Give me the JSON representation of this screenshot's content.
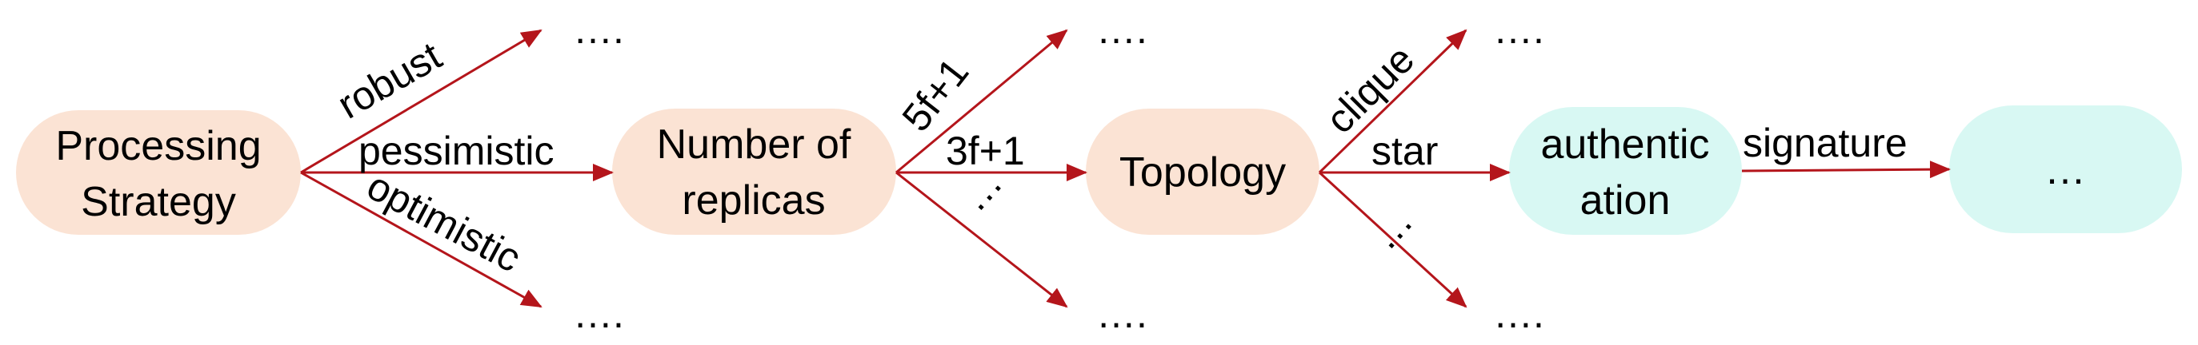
{
  "nodes": {
    "processing_strategy": {
      "line1": "Processing",
      "line2": "Strategy"
    },
    "number_of_replicas": {
      "line1": "Number of",
      "line2": "replicas"
    },
    "topology": {
      "label": "Topology"
    },
    "authentication": {
      "line1": "authentic",
      "line2": "ation"
    },
    "next": {
      "label": "…"
    }
  },
  "edges": {
    "robust": "robust",
    "pessimistic": "pessimistic",
    "optimistic": "optimistic",
    "five_f_plus_one": "5f+1",
    "three_f_plus_one": "3f+1",
    "replicas_more": "…",
    "clique": "clique",
    "star": "star",
    "topology_more": "…",
    "signature": "signature"
  },
  "ellipses": {
    "robust_target": "….",
    "optimistic_target": "….",
    "five_f_target": "….",
    "replicas_more_target": "….",
    "clique_target": "….",
    "topology_more_target": "…."
  },
  "colors": {
    "peach_node": "#fbe3d4",
    "cyan_node": "#d8f8f3",
    "arrow": "#b4151b"
  }
}
